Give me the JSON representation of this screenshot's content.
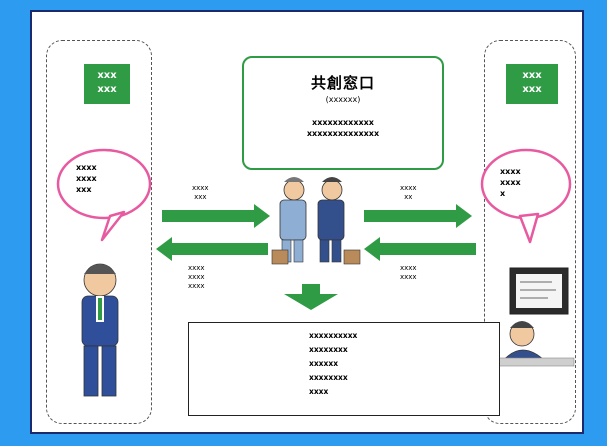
{
  "left_label": [
    "xxx",
    "xxx"
  ],
  "right_label": [
    "xxx",
    "xxx"
  ],
  "center_box": {
    "title": "共創窓口",
    "subtitle": "(xxxxxx)",
    "lines": [
      "xxxxxxxxxxxx",
      "xxxxxxxxxxxxxx"
    ]
  },
  "left_speech": [
    "xxxx",
    "xxxx",
    "xxx"
  ],
  "right_speech": [
    "xxxx",
    "xxxx",
    "x"
  ],
  "arrow_top_left_label": [
    "xxxx",
    "xxx"
  ],
  "arrow_top_right_label": [
    "xxxx",
    "xx"
  ],
  "arrow_bottom_left_label": [
    "xxxx",
    "xxxx",
    "xxxx"
  ],
  "arrow_bottom_right_label": [
    "xxxx",
    "xxxx"
  ],
  "result_lines": [
    "xxxxxxxxxx",
    "xxxxxxxx",
    "xxxxxx",
    "xxxxxxxx",
    "xxxx"
  ],
  "colors": {
    "background": "#2d9bf0",
    "accent_green": "#2f9b45",
    "frame": "#1a2a6c",
    "speech_pink": "#e85aa0"
  }
}
